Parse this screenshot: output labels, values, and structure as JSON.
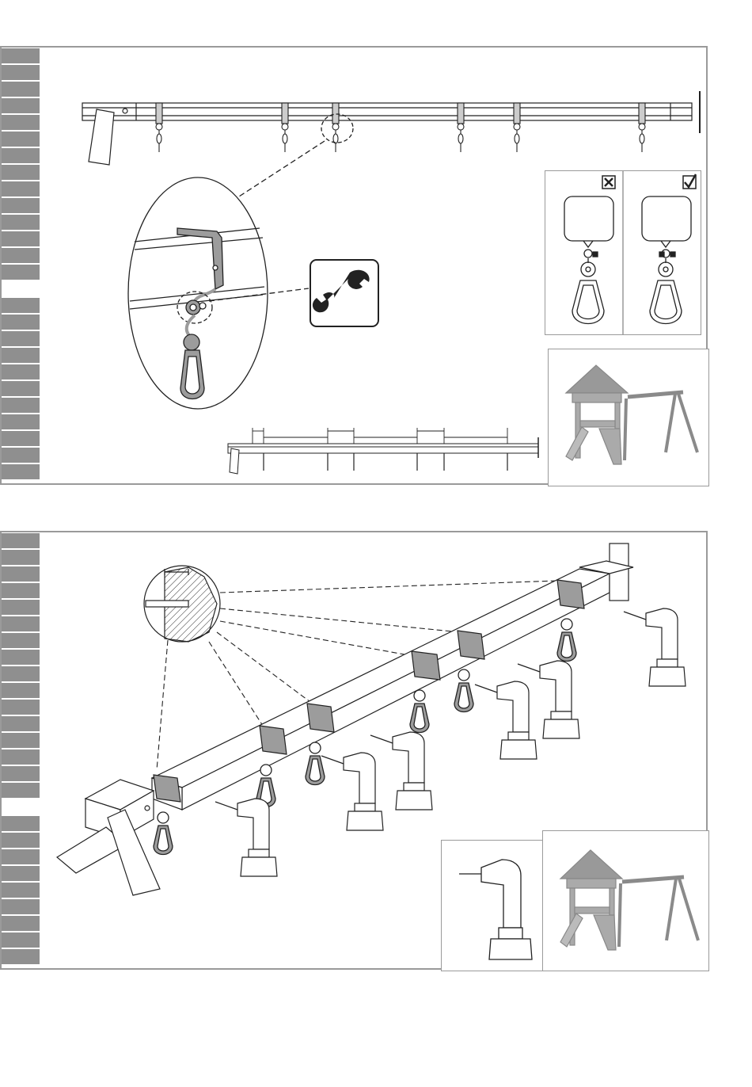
{
  "page": {
    "colors": {
      "frame": "#9a9a9a",
      "tab": "#8f8f8f",
      "ink": "#222222",
      "part_grey": "#9c9c9c"
    },
    "step1": {
      "tabs_count": 26,
      "active_tab_index": 14,
      "icons": [
        "beam-icon",
        "hook-icon",
        "wrench-icon",
        "wrong-mark-icon",
        "correct-mark-icon",
        "playset-icon"
      ]
    },
    "step2": {
      "tabs_count": 26,
      "active_tab_index": 16,
      "icons": [
        "beam-3d-icon",
        "zoom-detail-icon",
        "drill-icon",
        "carabiner-icon",
        "playset-icon"
      ]
    }
  }
}
